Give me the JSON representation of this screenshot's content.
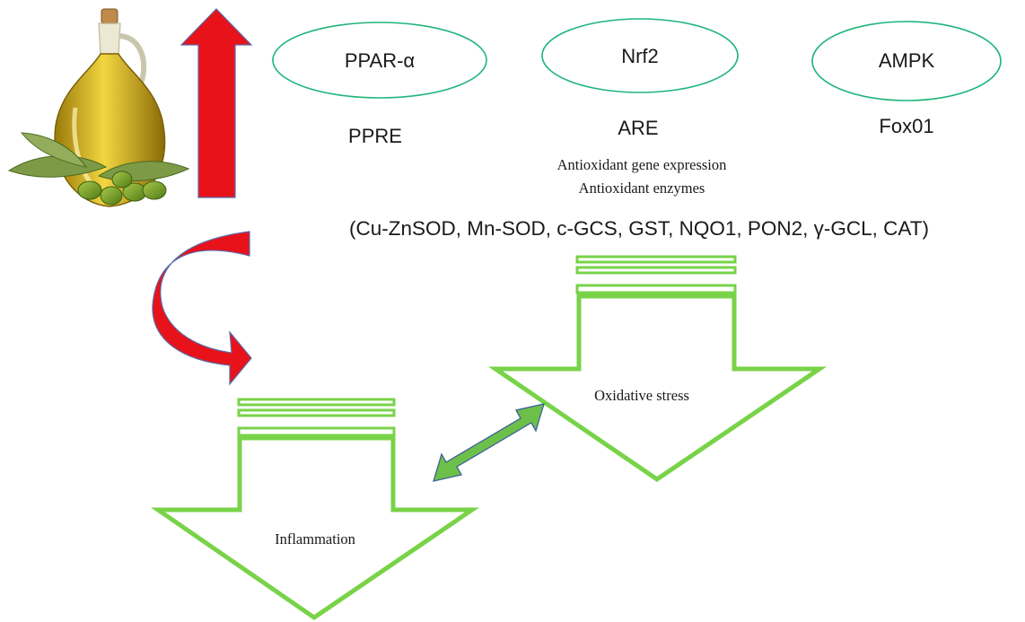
{
  "nodes": {
    "ppar": {
      "label": "PPAR-α",
      "element": "PPRE"
    },
    "nrf2": {
      "label": "Nrf2",
      "element": "ARE"
    },
    "ampk": {
      "label": "AMPK",
      "element": "Fox01"
    }
  },
  "antioxidant": {
    "line1": "Antioxidant gene expression",
    "line2": "Antioxidant enzymes",
    "enzymes": "(Cu-ZnSOD, Mn-SOD, c-GCS, GST, NQO1, PON2, γ-GCL, CAT)"
  },
  "outcomes": {
    "oxidative_stress": "Oxidative stress",
    "inflammation": "Inflammation"
  },
  "colors": {
    "up_arrow": "#e8121a",
    "curved_arrow": "#e8121a",
    "ellipse_outline": "#1fb57a",
    "down_arrow_outline": "#78d348",
    "double_arrow": "#6cc04a",
    "oil": "#d9b21c",
    "olive": "#6f9a20"
  },
  "icons": {
    "olive_oil": "olive-oil-bottle-icon"
  }
}
